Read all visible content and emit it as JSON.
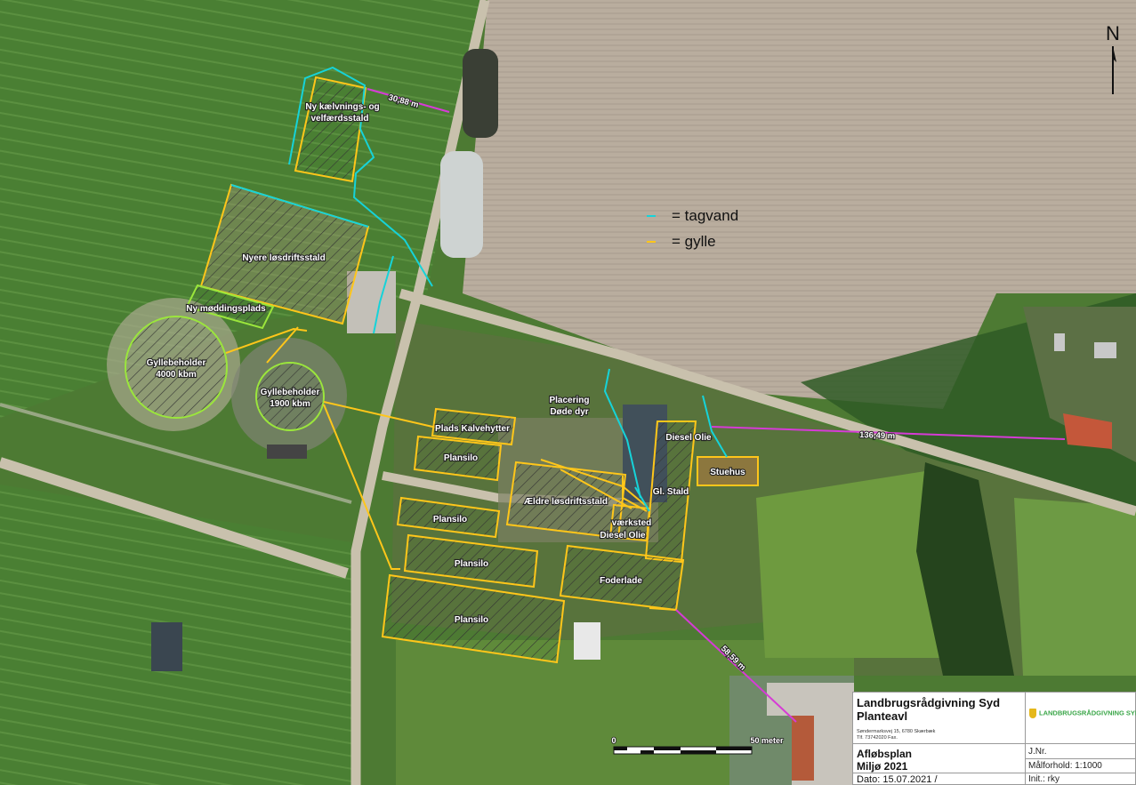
{
  "north_label": "N",
  "legend": {
    "roof_water": {
      "symbol": "-",
      "label": "= tagvand",
      "color": "#16d3d9"
    },
    "slurry": {
      "symbol": "-",
      "label": "= gylle",
      "color": "#ffc61a"
    }
  },
  "buildings": {
    "new_calving_line1": "Ny kælvnings- og",
    "new_calving_line2": "velfærdsstald",
    "newer_loose": "Nyere løsdriftsstald",
    "new_manure": "Ny møddingsplads",
    "tank_big_line1": "Gyllebeholder",
    "tank_big_line2": "4000 kbm",
    "tank_small_line1": "Gyllebeholder",
    "tank_small_line2": "1900 kbm",
    "calf_huts": "Plads Kalvehytter",
    "plansilo_1": "Plansilo",
    "plansilo_2": "Plansilo",
    "plansilo_3": "Plansilo",
    "plansilo_4": "Plansilo",
    "older_loose": "Ældre løsdriftsstald",
    "dead_animals_line1": "Placering",
    "dead_animals_line2": "Døde dyr",
    "old_stable": "Gl. Stald",
    "workshop_line1": "værksted",
    "workshop_line2": "Diesel Olie",
    "diesel_oil": "Diesel Olie",
    "farmhouse": "Stuehus",
    "fodder_barn": "Foderlade"
  },
  "measurements": {
    "m1": "30,88 m",
    "m2": "136,49 m",
    "m3": "58,59 m"
  },
  "scale_bar": {
    "start": "0",
    "end": "50 meter"
  },
  "title_block": {
    "org_line1": "Landbrugsrådgivning Syd",
    "org_line2": "Planteavl",
    "address_line1": "Søndermarksvej 15, 6780 Skærbæk",
    "address_line2": "Tlf. 73742020 Fax.",
    "logo_text": "LANDBRUGSRÅDGIVNING SYD",
    "plan_title": "Afløbsplan",
    "plan_subtitle": "Miljø 2021",
    "date": "Dato: 15.07.2021 /",
    "jnr": "J.Nr.",
    "scale": "Målforhold: 1:1000",
    "init": "Init.: rky"
  },
  "colors": {
    "roof_water": "#16d3d9",
    "slurry": "#ffc61a",
    "measurement": "#d63bd6",
    "tank_outline": "#9be63c"
  }
}
